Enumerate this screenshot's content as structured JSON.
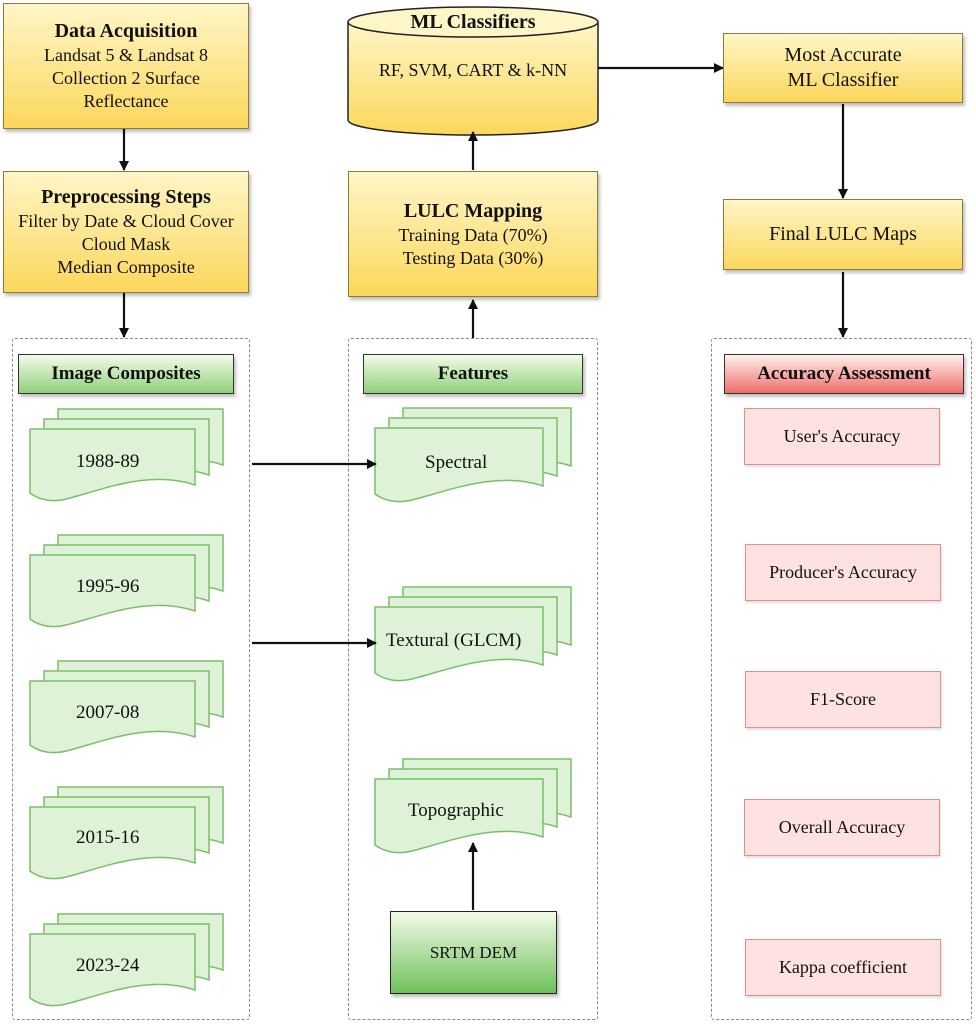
{
  "data_acquisition": {
    "title": "Data Acquisition",
    "lines": [
      "Landsat 5 & Landsat 8",
      "Collection 2 Surface",
      "Reflectance"
    ]
  },
  "preprocessing": {
    "title": "Preprocessing Steps",
    "lines": [
      "Filter by Date & Cloud Cover",
      "Cloud Mask",
      "Median Composite"
    ]
  },
  "ml_classifiers": {
    "title": "ML Classifiers",
    "line": "RF, SVM, CART & k-NN"
  },
  "lulc_mapping": {
    "title": "LULC Mapping",
    "lines": [
      "Training Data (70%)",
      "Testing Data (30%)"
    ]
  },
  "most_accurate": {
    "lines": [
      "Most Accurate",
      "ML Classifier"
    ]
  },
  "final_maps": {
    "label": "Final LULC Maps"
  },
  "image_composites": {
    "title": "Image Composites",
    "items": [
      "1988-89",
      "1995-96",
      "2007-08",
      "2015-16",
      "2023-24"
    ]
  },
  "features": {
    "title": "Features",
    "items": [
      "Spectral",
      "Textural (GLCM)",
      "Topographic"
    ],
    "dem": "SRTM DEM"
  },
  "accuracy": {
    "title": "Accuracy Assessment",
    "items": [
      "User's Accuracy",
      "Producer's Accuracy",
      "F1-Score",
      "Overall Accuracy",
      "Kappa coefficient"
    ]
  }
}
